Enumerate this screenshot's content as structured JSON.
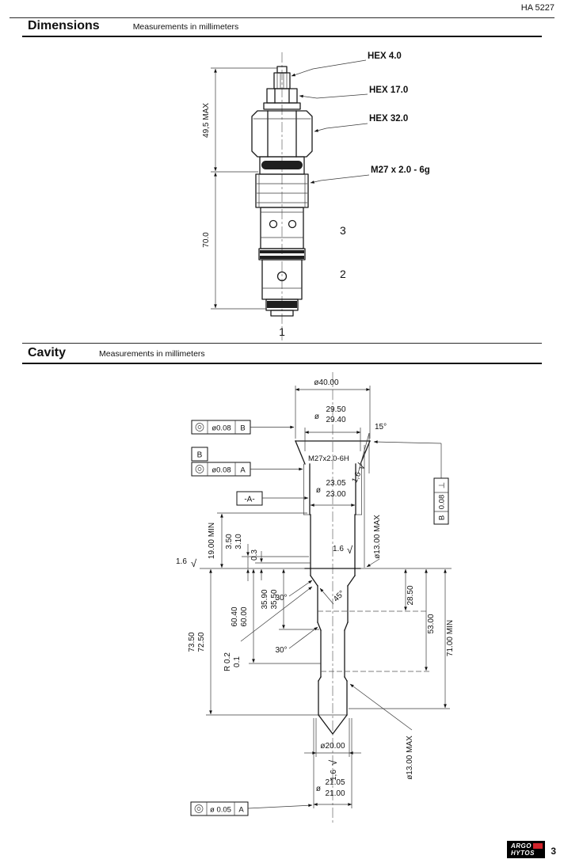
{
  "header": {
    "doc_number": "HA 5227"
  },
  "icons": {
    "surface_finish": "√",
    "perpendicularity": "⊥"
  },
  "dimensions": {
    "title": "Dimensions",
    "subtitle": "Measurements in millimeters",
    "labels": {
      "hex_small": "HEX 4.0",
      "hex_mid": "HEX 17.0",
      "hex_large": "HEX  32.0",
      "thread": "M27 x 2.0 - 6g"
    },
    "dims": {
      "height_max": "49,5 MAX",
      "body_length": "70.0"
    },
    "ports": {
      "p3": "3",
      "p2": "2",
      "p1": "1"
    }
  },
  "cavity": {
    "title": "Cavity",
    "subtitle": "Measurements in millimeters",
    "dims": {
      "dia40": "ø40.00",
      "dia_sign": "ø",
      "d2950": "29.50",
      "d2940": "29.40",
      "angle15": "15°",
      "thread": "M27x2.0-6H",
      "sf_thread": "1,6",
      "d2305": "23.05",
      "d2300": "23.00",
      "min19": "19.00 MIN",
      "d350": "3.50",
      "d310": "3.10",
      "d03": "0.3",
      "sf_face": "1.6",
      "sf_bore": "1.6",
      "dia13_top": "ø13.00 MAX",
      "d3590": "35.90",
      "d3550": "35.50",
      "d6040": "60.40",
      "d6000": "60.00",
      "d7350": "73.50",
      "d7250": "72.50",
      "angle30_up": "30°",
      "angle45": "45°",
      "angle30_low": "30°",
      "radius": "R 0.2",
      "radius2": "0.1",
      "d2850": "28.50",
      "d5300": "53.00",
      "min71": "71.00 MIN",
      "dia20": "ø20.00",
      "sf_bottom": "1,6",
      "d2105": "21.05",
      "d2100": "21.00",
      "dia13_bottom": "ø13.00 MAX"
    },
    "datums": {
      "a_flag": "-A-",
      "b_box": "B"
    },
    "tolerances": {
      "t1_value": "ø0.08",
      "t1_datum": "B",
      "t2_value": "ø0.08",
      "t2_datum": "A",
      "t3_value": "0.08",
      "t3_datum": "B",
      "t4_value": "ø 0.05",
      "t4_datum": "A"
    }
  },
  "footer": {
    "brand_line1": "ARGO",
    "brand_line2": "HYTOS",
    "page_number": "3"
  }
}
